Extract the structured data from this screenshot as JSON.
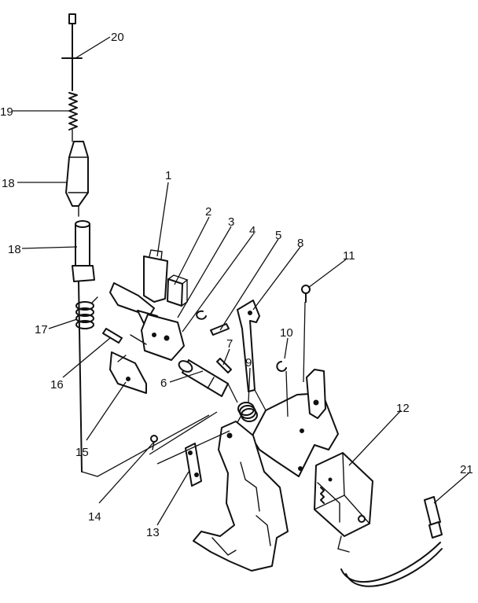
{
  "labels": {
    "p1": "1",
    "p2": "2",
    "p3": "3",
    "p4": "4",
    "p5": "5",
    "p6": "6",
    "p7": "7",
    "p8": "8",
    "p9": "9",
    "p10": "10",
    "p11": "11",
    "p12": "12",
    "p13": "13",
    "p14": "14",
    "p15": "15",
    "p16": "16",
    "p17": "17",
    "p18a": "18",
    "p18b": "18",
    "p19": "19",
    "p20": "20",
    "p21": "21"
  }
}
